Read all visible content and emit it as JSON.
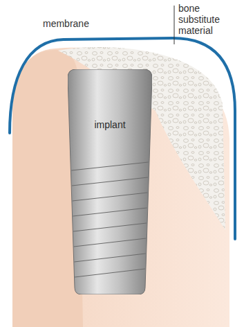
{
  "diagram": {
    "nodes": [
      {
        "text": [
          "implant"
        ]
      }
    ],
    "labels": [
      "membrane",
      "bone substitute material"
    ]
  }
}
